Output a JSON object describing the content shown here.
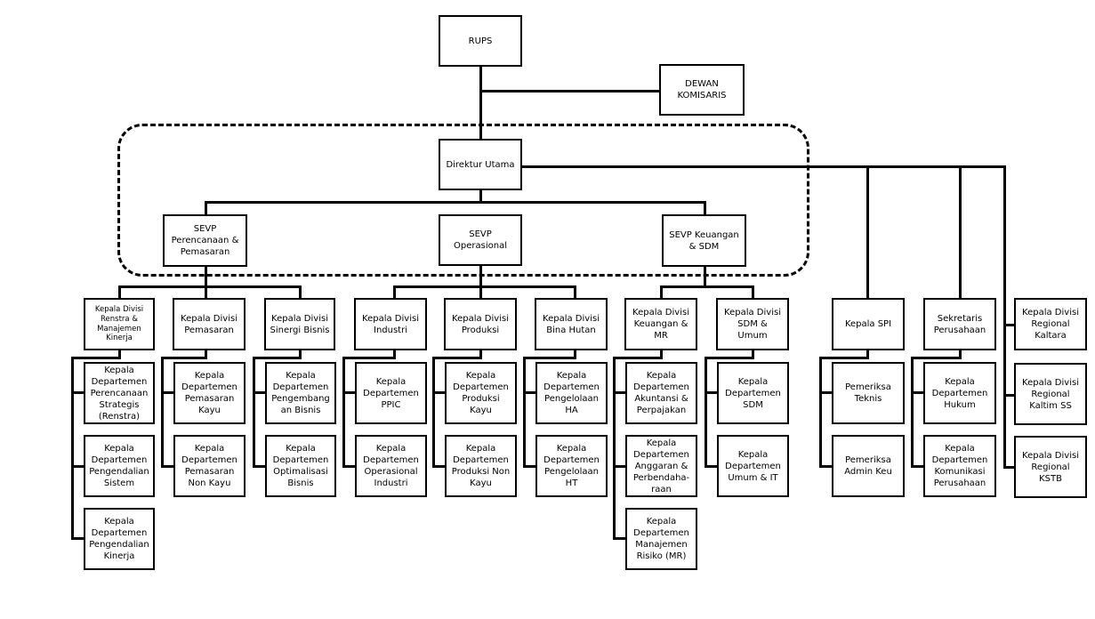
{
  "top": {
    "rups": "RUPS",
    "dewan_komisaris": "DEWAN\nKOMISARIS",
    "direktur_utama": "Direktur Utama"
  },
  "sevp": {
    "perencanaan": "SEVP\nPerencanaan &\nPemasaran",
    "operasional": "SEVP\nOperasional",
    "keuangan": "SEVP Keuangan\n& SDM"
  },
  "divisions": {
    "renstra": "Kepala Divisi\nRenstra &\nManajemen\nKinerja",
    "pemasaran": "Kepala Divisi\nPemasaran",
    "sinergi": "Kepala Divisi\nSinergi Bisnis",
    "industri": "Kepala Divisi\nIndustri",
    "produksi": "Kepala Divisi\nProduksi",
    "bina_hutan": "Kepala Divisi\nBina Hutan",
    "keuangan_mr": "Kepala Divisi\nKeuangan &\nMR",
    "sdm_umum": "Kepala Divisi\nSDM &\nUmum",
    "spi": "Kepala SPI",
    "sekretaris": "Sekretaris\nPerusahaan",
    "kaltara": "Kepala Divisi\nRegional\nKaltara",
    "kaltim_ss": "Kepala Divisi\nRegional\nKaltim SS",
    "kstb": "Kepala Divisi\nRegional\nKSTB"
  },
  "departments": {
    "renstra": "Kepala\nDepartemen\nPerencanaan\nStrategis\n(Renstra)",
    "pengendalian_sistem": "Kepala\nDepartemen\nPengendalian\nSistem",
    "pengendalian_kinerja": "Kepala\nDepartemen\nPengendalian\nKinerja",
    "pemasaran_kayu": "Kepala\nDepartemen\nPemasaran\nKayu",
    "pemasaran_non_kayu": "Kepala\nDepartemen\nPemasaran\nNon Kayu",
    "pengembangan_bisnis": "Kepala\nDepartemen\nPengembang\nan Bisnis",
    "optimalisasi_bisnis": "Kepala\nDepartemen\nOptimalisasi\nBisnis",
    "ppic": "Kepala\nDepartemen\nPPIC",
    "operasional_industri": "Kepala\nDepartemen\nOperasional\nIndustri",
    "produksi_kayu": "Kepala\nDepartemen\nProduksi\nKayu",
    "produksi_non_kayu": "Kepala\nDepartemen\nProduksi Non\nKayu",
    "pengelolaan_ha": "Kepala\nDepartemen\nPengelolaan\nHA",
    "pengelolaan_ht": "Kepala\nDepartemen\nPengelolaan\nHT",
    "akuntansi": "Kepala\nDepartemen\nAkuntansi &\nPerpajakan",
    "anggaran": "Kepala\nDepartemen\nAnggaran &\nPerbendaha-\nraan",
    "manajemen_risiko": "Kepala\nDepartemen\nManajemen\nRisiko (MR)",
    "sdm": "Kepala\nDepartemen\nSDM",
    "umum_it": "Kepala\nDepartemen\nUmum & IT",
    "pemeriksa_teknis": "Pemeriksa\nTeknis",
    "pemeriksa_admin": "Pemeriksa\nAdmin Keu",
    "hukum": "Kepala\nDepartemen\nHukum",
    "komunikasi": "Kepala\nDepartemen\nKomunikasi\nPerusahaan"
  }
}
